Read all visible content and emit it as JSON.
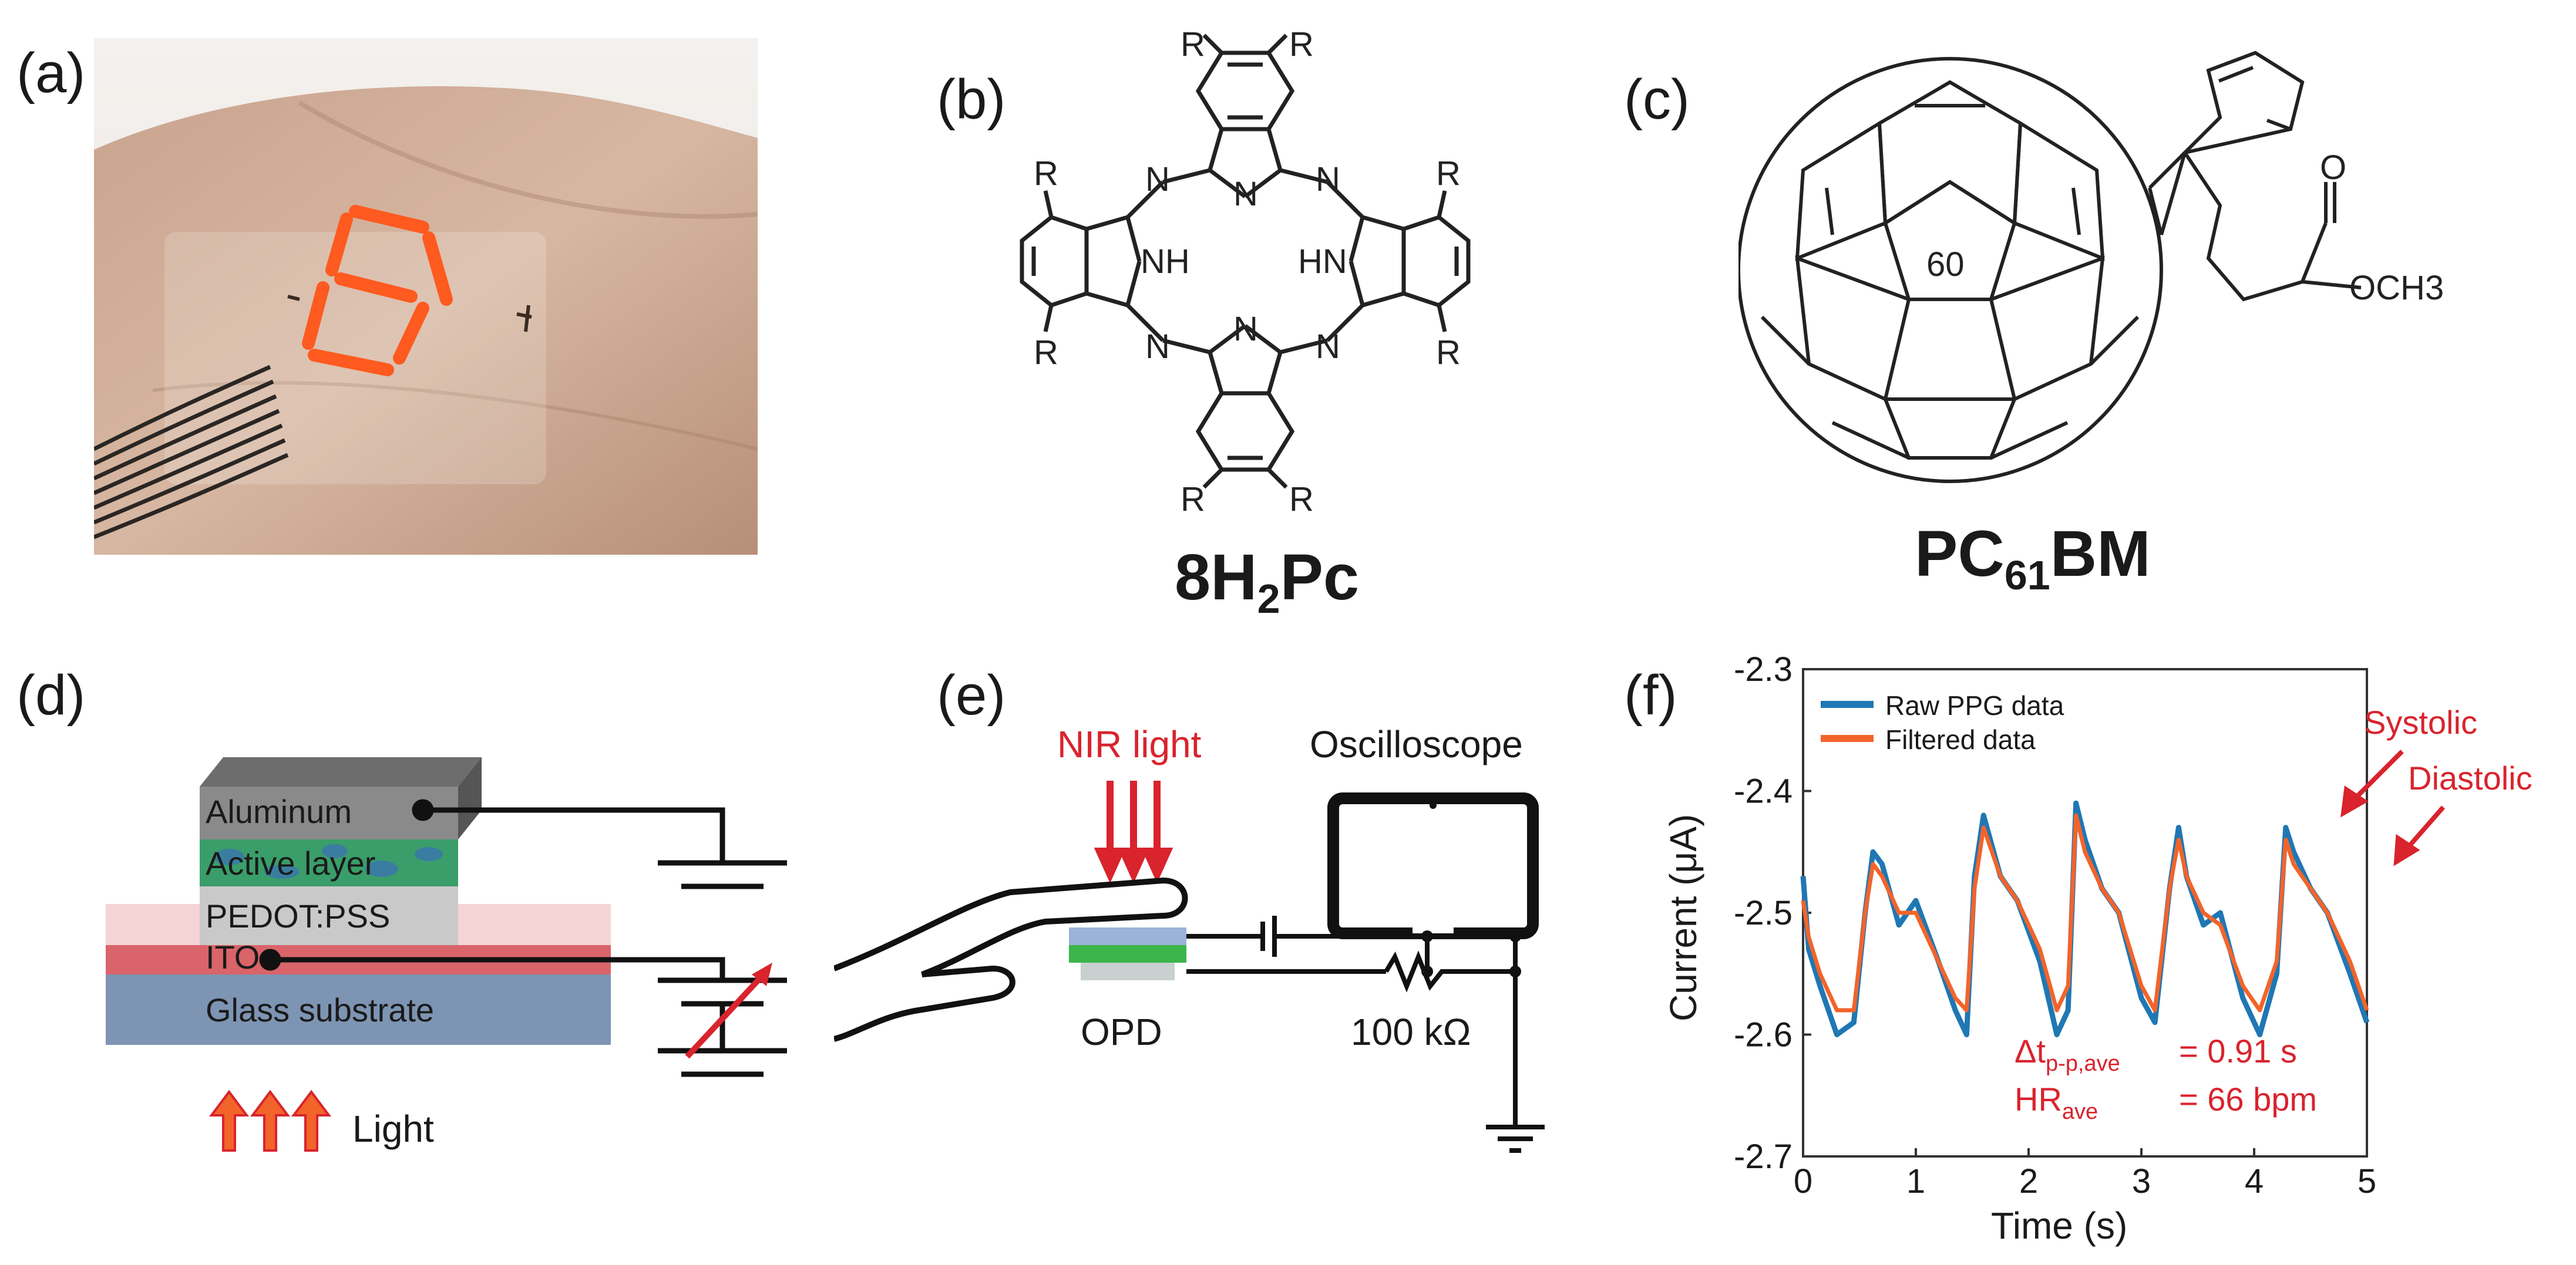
{
  "panels": {
    "a": "(a)",
    "b": "(b)",
    "c": "(c)",
    "d": "(d)",
    "e": "(e)",
    "f": "(f)"
  },
  "b": {
    "substituent": "R",
    "atom_n": "N",
    "nh_left": "NH",
    "nh_right": "HN",
    "caption_main": "8H",
    "caption_sub": "2",
    "caption_tail": "Pc"
  },
  "c": {
    "cage_label": "60",
    "carbonyl_o": "O",
    "ester": "OCH3",
    "caption_main": "PC",
    "caption_sub": "61",
    "caption_tail": "BM"
  },
  "d": {
    "layers": [
      "Aluminum",
      "Active layer",
      "PEDOT:PSS",
      "ITO",
      "Glass substrate"
    ],
    "light_label": "Light"
  },
  "e": {
    "nir_label": "NIR light",
    "scope_label": "Oscilloscope",
    "opd_label": "OPD",
    "resistor_label": "100 kΩ"
  },
  "colors": {
    "accent_red": "#d9232d",
    "series_raw": "#1f77b4",
    "series_filtered": "#f2642a",
    "ito": "#d9646a",
    "glass": "#7d94b3",
    "aluminum": "#8a8a8a"
  },
  "chart_data": {
    "type": "line",
    "xlabel": "Time (s)",
    "ylabel": "Current (μA)",
    "xlim": [
      0,
      5
    ],
    "ylim": [
      -2.7,
      -2.3
    ],
    "x_ticks": [
      "0",
      "1",
      "2",
      "3",
      "4",
      "5"
    ],
    "y_ticks": [
      "-2.3",
      "-2.4",
      "-2.5",
      "-2.6",
      "-2.7"
    ],
    "legend_placement": "top-left",
    "series": [
      {
        "name": "Raw PPG data",
        "x": [
          0,
          0.05,
          0.15,
          0.3,
          0.45,
          0.55,
          0.62,
          0.7,
          0.85,
          1.0,
          1.2,
          1.35,
          1.45,
          1.52,
          1.6,
          1.75,
          1.9,
          2.1,
          2.25,
          2.35,
          2.42,
          2.5,
          2.65,
          2.8,
          3.0,
          3.12,
          3.25,
          3.33,
          3.4,
          3.55,
          3.7,
          3.9,
          4.05,
          4.2,
          4.28,
          4.35,
          4.5,
          4.65,
          4.85,
          5.0
        ],
        "y": [
          -2.47,
          -2.53,
          -2.56,
          -2.6,
          -2.59,
          -2.5,
          -2.45,
          -2.46,
          -2.51,
          -2.49,
          -2.54,
          -2.58,
          -2.6,
          -2.47,
          -2.42,
          -2.47,
          -2.49,
          -2.54,
          -2.6,
          -2.58,
          -2.41,
          -2.44,
          -2.48,
          -2.5,
          -2.57,
          -2.59,
          -2.48,
          -2.43,
          -2.47,
          -2.51,
          -2.5,
          -2.57,
          -2.6,
          -2.55,
          -2.43,
          -2.45,
          -2.48,
          -2.5,
          -2.55,
          -2.59
        ]
      },
      {
        "name": "Filtered data",
        "x": [
          0,
          0.05,
          0.15,
          0.3,
          0.45,
          0.55,
          0.62,
          0.7,
          0.85,
          1.0,
          1.2,
          1.35,
          1.45,
          1.52,
          1.6,
          1.75,
          1.9,
          2.1,
          2.25,
          2.35,
          2.42,
          2.5,
          2.65,
          2.8,
          3.0,
          3.12,
          3.25,
          3.33,
          3.4,
          3.55,
          3.7,
          3.9,
          4.05,
          4.2,
          4.28,
          4.35,
          4.5,
          4.65,
          4.85,
          5.0
        ],
        "y": [
          -2.49,
          -2.52,
          -2.55,
          -2.58,
          -2.58,
          -2.5,
          -2.46,
          -2.47,
          -2.5,
          -2.5,
          -2.54,
          -2.57,
          -2.58,
          -2.48,
          -2.43,
          -2.47,
          -2.49,
          -2.53,
          -2.58,
          -2.56,
          -2.42,
          -2.45,
          -2.48,
          -2.5,
          -2.56,
          -2.58,
          -2.48,
          -2.44,
          -2.47,
          -2.5,
          -2.51,
          -2.56,
          -2.58,
          -2.54,
          -2.44,
          -2.46,
          -2.48,
          -2.5,
          -2.54,
          -2.58
        ]
      }
    ],
    "annotations": {
      "systolic": "Systolic",
      "diastolic": "Diastolic",
      "dt_main": "Δt",
      "dt_sub": "p-p,ave",
      "dt_value": "= 0.91 s",
      "hr_main": "HR",
      "hr_sub": "ave",
      "hr_value": "= 66 bpm"
    }
  }
}
